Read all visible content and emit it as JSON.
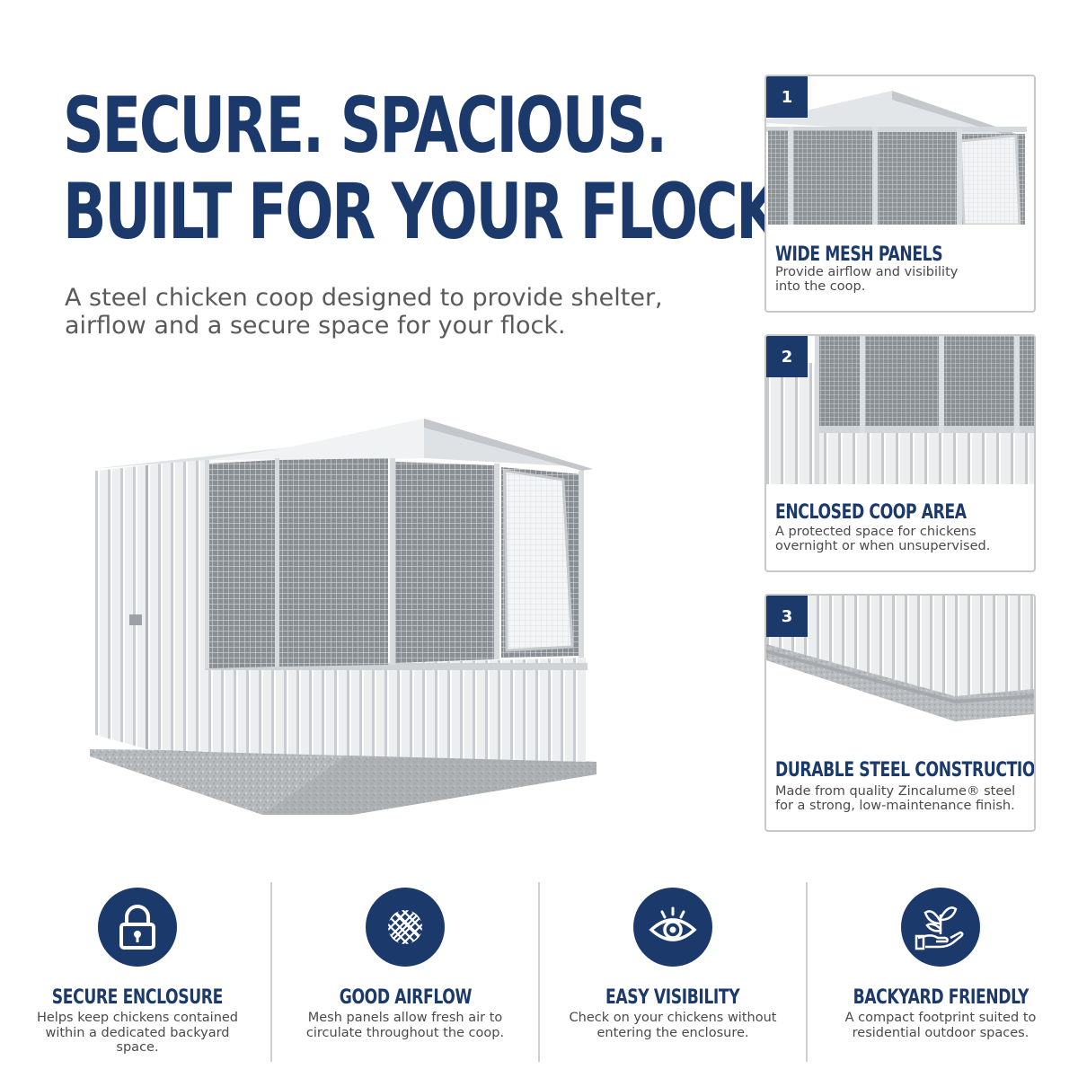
{
  "headline": {
    "line1": "SECURE. SPACIOUS.",
    "line2": "BUILT FOR YOUR FLOCK."
  },
  "subtitle": {
    "line1": "A steel chicken coop designed to provide shelter,",
    "line2": "airflow and a secure space for your flock."
  },
  "colors": {
    "brand_navy": "#1b3a6b",
    "card_border": "#c9c9c9",
    "steel": "#e6e8ea"
  },
  "cards": [
    {
      "number": "1",
      "title": "WIDE MESH PANELS",
      "desc_line1": "Provide airflow and visibility",
      "desc_line2": "into the coop.",
      "icon": "mesh-panels-photo"
    },
    {
      "number": "2",
      "title": "ENCLOSED COOP AREA",
      "desc_line1": "A protected space for chickens",
      "desc_line2": "overnight or when unsupervised.",
      "icon": "coop-area-photo"
    },
    {
      "number": "3",
      "title": "DURABLE STEEL CONSTRUCTION",
      "desc_line1": "Made from quality  Zincalume® steel",
      "desc_line2": "for a strong, low-maintenance finish.",
      "icon": "steel-base-photo"
    }
  ],
  "features": [
    {
      "title": "SECURE ENCLOSURE",
      "desc": "Helps keep chickens contained within a dedicated backyard space.",
      "icon": "lock-icon"
    },
    {
      "title": "GOOD AIRFLOW",
      "desc": "Mesh panels allow fresh air to circulate throughout the coop.",
      "icon": "mesh-icon"
    },
    {
      "title": "EASY VISIBILITY",
      "desc": "Check on your chickens without entering the enclosure.",
      "icon": "eye-icon"
    },
    {
      "title": "BACKYARD FRIENDLY",
      "desc": "A compact footprint suited to residential outdoor spaces.",
      "icon": "plant-hand-icon"
    }
  ]
}
